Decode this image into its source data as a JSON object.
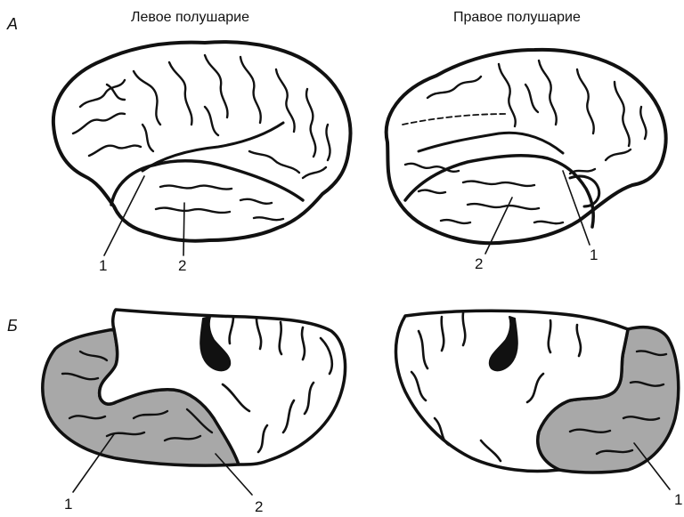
{
  "panels": {
    "a": "A",
    "b": "Б"
  },
  "hemispheres": {
    "left": "Левое полушарие",
    "right": "Правое полушарие"
  },
  "callouts": {
    "left_top_1": "1",
    "left_top_2": "2",
    "right_top_2": "2",
    "right_top_1": "1",
    "left_bottom_1": "1",
    "left_bottom_2": "2",
    "right_bottom_1": "1"
  },
  "colors": {
    "outline": "#111111",
    "shaded_region": "#a8a8a8",
    "background": "#ffffff"
  }
}
